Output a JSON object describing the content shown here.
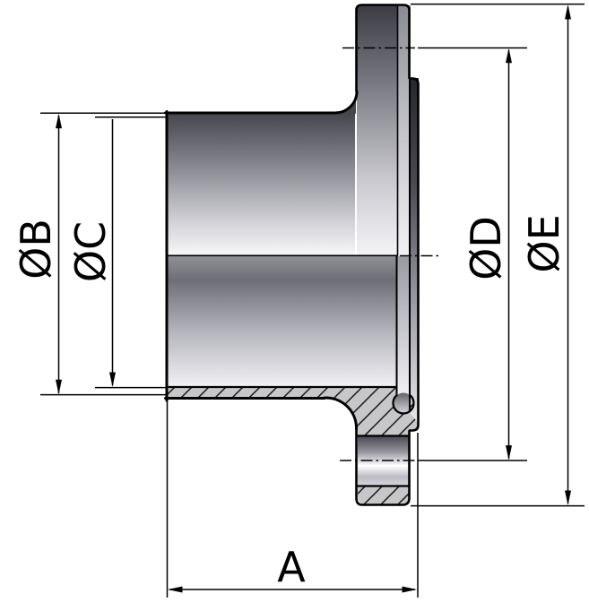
{
  "drawing": {
    "kind": "technical-dimension-drawing",
    "subject": "weld-neck-flange-half-section",
    "labels": {
      "a": "A",
      "b": "ØB",
      "c": "ØC",
      "d": "ØD",
      "e": "ØE"
    },
    "colors": {
      "line": "#000000",
      "background": "#ffffff",
      "hatch_fill": "#c7c7c9",
      "metal_dark": "#3c3c43",
      "metal_mid": "#84848c",
      "metal_light": "#f4f4f7"
    }
  }
}
